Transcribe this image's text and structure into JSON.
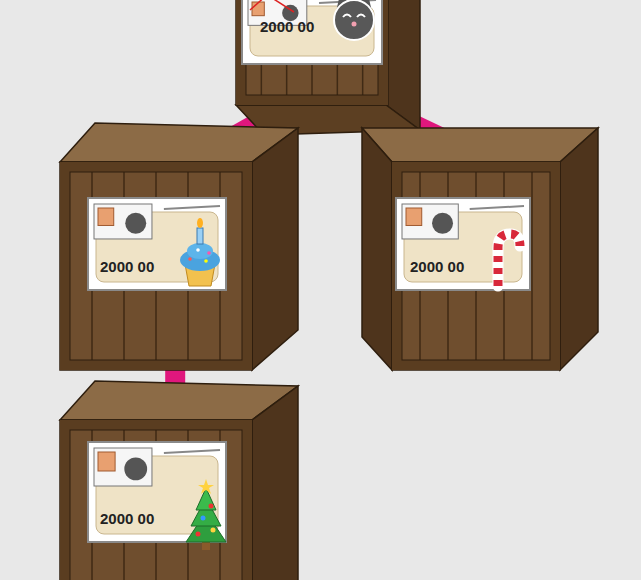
{
  "diagram": {
    "nodes": [
      {
        "text": [
          "2000 00"
        ]
      },
      {
        "text": [
          "2000 00"
        ]
      },
      {
        "text": [
          "2000 00"
        ]
      },
      {
        "text": [
          "2000 00"
        ]
      }
    ],
    "edges": [
      {
        "from": 0,
        "to": 1,
        "arrow": "none"
      },
      {
        "from": 0,
        "to": 2,
        "arrow": "none"
      },
      {
        "from": 1,
        "to": 3,
        "arrow": "none"
      }
    ]
  }
}
